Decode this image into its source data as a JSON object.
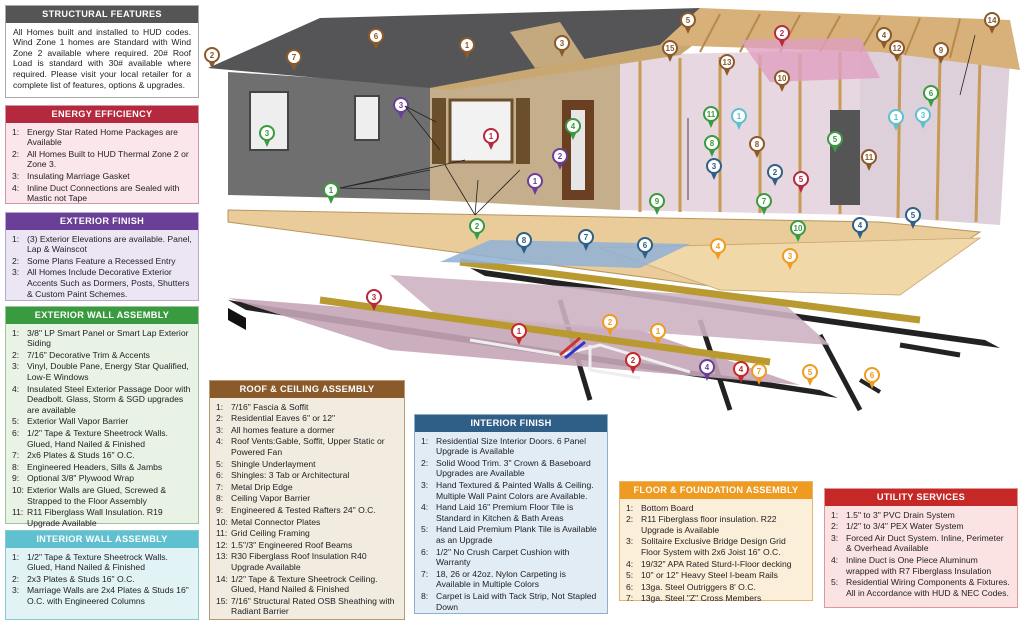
{
  "structural": {
    "title": "STRUCTURAL FEATURES",
    "text": "All Homes built and installed to HUD codes. Wind Zone 1 homes are Standard with Wind Zone 2 available where required. 20# Roof Load is standard with 30# available where required. Please visit your local retailer for a complete list of features, options & upgrades."
  },
  "energy": {
    "title": "ENERGY EFFICIENCY",
    "items": [
      {
        "n": "1:",
        "t": "Energy Star Rated Home Packages are Available"
      },
      {
        "n": "2:",
        "t": "All Homes Built to HUD Thermal Zone 2 or Zone 3."
      },
      {
        "n": "3:",
        "t": "Insulating Marriage Gasket"
      },
      {
        "n": "4:",
        "t": "Inline Duct Connections are Sealed with Mastic not Tape"
      }
    ]
  },
  "exterior": {
    "title": "EXTERIOR FINISH",
    "items": [
      {
        "n": "1:",
        "t": "(3) Exterior Elevations are available. Panel, Lap & Wainscot"
      },
      {
        "n": "2:",
        "t": "Some Plans Feature a Recessed Entry"
      },
      {
        "n": "3:",
        "t": "All Homes Include Decorative Exterior Accents Such as Dormers, Posts, Shutters & Custom Paint Schemes."
      }
    ]
  },
  "wall": {
    "title": "EXTERIOR WALL ASSEMBLY",
    "items": [
      {
        "n": "1:",
        "t": "3/8\" LP Smart Panel or Smart Lap Exterior Siding"
      },
      {
        "n": "2:",
        "t": "7/16\" Decorative Trim & Accents"
      },
      {
        "n": "3:",
        "t": "Vinyl, Double Pane, Energy Star Qualified, Low-E Windows"
      },
      {
        "n": "4:",
        "t": "Insulated Steel Exterior Passage Door with Deadbolt. Glass, Storm & SGD upgrades are available"
      },
      {
        "n": "5:",
        "t": "Exterior Wall Vapor Barrier"
      },
      {
        "n": "6:",
        "t": "1/2\" Tape & Texture Sheetrock Walls. Glued, Hand Nailed & Finished"
      },
      {
        "n": "7:",
        "t": "2x6 Plates & Studs 16\" O.C."
      },
      {
        "n": "8:",
        "t": "Engineered Headers, Sills & Jambs"
      },
      {
        "n": "9:",
        "t": "Optional 3/8\" Plywood Wrap"
      },
      {
        "n": "10:",
        "t": "Exterior Walls are Glued, Screwed & Strapped to the Floor Assembly"
      },
      {
        "n": "11:",
        "t": "R11 Fiberglass Wall Insulation. R19 Upgrade Available"
      }
    ]
  },
  "interior_wall": {
    "title": "INTERIOR WALL ASSEMBLY",
    "items": [
      {
        "n": "1:",
        "t": "1/2\" Tape & Texture Sheetrock Walls. Glued, Hand Nailed & Finished"
      },
      {
        "n": "2:",
        "t": "2x3 Plates & Studs 16\" O.C."
      },
      {
        "n": "3:",
        "t": "Marriage Walls are 2x4 Plates & Studs 16\" O.C. with Engineered Columns"
      }
    ]
  },
  "roof": {
    "title": "ROOF & CEILING ASSEMBLY",
    "items": [
      {
        "n": "1:",
        "t": "7/16\" Fascia & Soffit"
      },
      {
        "n": "2:",
        "t": "Residential Eaves 6\" or 12\""
      },
      {
        "n": "3:",
        "t": "All homes feature a dormer"
      },
      {
        "n": "4:",
        "t": "Roof Vents:Gable, Soffit, Upper Static or Powered Fan"
      },
      {
        "n": "5:",
        "t": "Shingle Underlayment"
      },
      {
        "n": "6:",
        "t": "Shingles: 3 Tab or Architectural"
      },
      {
        "n": "7:",
        "t": "Metal Drip Edge"
      },
      {
        "n": "8:",
        "t": "Ceiling Vapor Barrier"
      },
      {
        "n": "9:",
        "t": "Engineered & Tested Rafters 24\" O.C."
      },
      {
        "n": "10:",
        "t": "Metal Connector Plates"
      },
      {
        "n": "11:",
        "t": "Grid Ceiling Framing"
      },
      {
        "n": "12:",
        "t": "1.5\"/3\" Engineered Roof Beams"
      },
      {
        "n": "13:",
        "t": "R30 Fiberglass Roof Insulation R40 Upgrade Available"
      },
      {
        "n": "14:",
        "t": "1/2\" Tape & Texture Sheetrock Ceiling. Glued, Hand Nailed & Finished"
      },
      {
        "n": "15:",
        "t": "7/16\" Structural Rated OSB Sheathing with Radiant Barrier"
      }
    ]
  },
  "interior": {
    "title": "INTERIOR FINISH",
    "items": [
      {
        "n": "1:",
        "t": "Residential Size Interior Doors. 6 Panel Upgrade is Available"
      },
      {
        "n": "2:",
        "t": "Solid Wood Trim. 3\" Crown & Baseboard Upgrades are Available"
      },
      {
        "n": "3:",
        "t": "Hand Textured & Painted Walls & Ceiling. Multiple Wall Paint Colors are Available."
      },
      {
        "n": "4:",
        "t": "Hand Laid 16\" Premium Floor Tile is Standard in Kitchen & Bath Areas"
      },
      {
        "n": "5:",
        "t": "Hand Laid Premium Plank Tile is Available as an Upgrade"
      },
      {
        "n": "6:",
        "t": "1/2\" No Crush Carpet Cushion with Warranty"
      },
      {
        "n": "7:",
        "t": "18, 26 or 42oz. Nylon Carpeting is Available in Multiple Colors"
      },
      {
        "n": "8:",
        "t": "Carpet is Laid with Tack Strip, Not Stapled Down"
      }
    ]
  },
  "floor": {
    "title": "FLOOR & FOUNDATION ASSEMBLY",
    "items": [
      {
        "n": "1:",
        "t": "Bottom Board"
      },
      {
        "n": "2:",
        "t": "R11 Fiberglass floor insulation. R22 Upgrade is Available"
      },
      {
        "n": "3:",
        "t": "Solitaire Exclusive Bridge Design Grid Floor System with 2x6 Joist 16\" O.C."
      },
      {
        "n": "4:",
        "t": "19/32\" APA Rated Sturd-I-Floor decking"
      },
      {
        "n": "5:",
        "t": "10\" or 12\" Heavy Steel I-beam Rails"
      },
      {
        "n": "6:",
        "t": "13ga. Steel Outriggers 8' O.C."
      },
      {
        "n": "7:",
        "t": "13ga. Steel \"Z\" Cross Members"
      }
    ]
  },
  "utility": {
    "title": "UTILITY SERVICES",
    "items": [
      {
        "n": "1:",
        "t": "1.5\" to 3\" PVC Drain System"
      },
      {
        "n": "2:",
        "t": "1/2\" to 3/4\" PEX Water System"
      },
      {
        "n": "3:",
        "t": "Forced Air Duct System. Inline, Perimeter & Overhead Available"
      },
      {
        "n": "4:",
        "t": "Inline Duct is One Piece Aluminum wrapped with R7 Fiberglass Insulation"
      },
      {
        "n": "5:",
        "t": "Residential Wiring Components & Fixtures. All in Accordance with HUD & NEC Codes."
      }
    ]
  },
  "colors": {
    "structural": "#555555",
    "energy": "#b5293f",
    "exterior": "#6a3f97",
    "wall": "#3a9a3f",
    "interior_wall": "#5fc0cf",
    "roof": "#8a5a2b",
    "interior": "#2f5f86",
    "floor": "#ef9a21",
    "utility": "#c62828"
  },
  "pins": [
    {
      "num": "2",
      "group": "roof"
    },
    {
      "num": "7",
      "group": "roof"
    },
    {
      "num": "6",
      "group": "roof"
    },
    {
      "num": "1",
      "group": "roof"
    },
    {
      "num": "3",
      "group": "roof"
    },
    {
      "num": "5",
      "group": "roof"
    },
    {
      "num": "15",
      "group": "roof"
    },
    {
      "num": "13",
      "group": "roof"
    },
    {
      "num": "2",
      "group": "energy"
    },
    {
      "num": "4",
      "group": "roof"
    },
    {
      "num": "8",
      "group": "roof"
    },
    {
      "num": "11",
      "group": "roof"
    },
    {
      "num": "14",
      "group": "roof"
    },
    {
      "num": "12",
      "group": "roof"
    },
    {
      "num": "9",
      "group": "roof"
    },
    {
      "num": "10",
      "group": "roof"
    },
    {
      "num": "3",
      "group": "exterior"
    },
    {
      "num": "3",
      "group": "wall"
    },
    {
      "num": "1",
      "group": "energy"
    },
    {
      "num": "4",
      "group": "wall"
    },
    {
      "num": "2",
      "group": "exterior"
    },
    {
      "num": "1",
      "group": "exterior"
    },
    {
      "num": "1",
      "group": "wall"
    },
    {
      "num": "2",
      "group": "wall"
    },
    {
      "num": "8",
      "group": "wall"
    },
    {
      "num": "1",
      "group": "interior_wall"
    },
    {
      "num": "3",
      "group": "interior"
    },
    {
      "num": "2",
      "group": "interior"
    },
    {
      "num": "5",
      "group": "energy"
    },
    {
      "num": "5",
      "group": "wall"
    },
    {
      "num": "6",
      "group": "wall"
    },
    {
      "num": "3",
      "group": "interior_wall"
    },
    {
      "num": "1",
      "group": "interior_wall"
    },
    {
      "num": "9",
      "group": "wall"
    },
    {
      "num": "7",
      "group": "wall"
    },
    {
      "num": "10",
      "group": "wall"
    },
    {
      "num": "11",
      "group": "wall"
    },
    {
      "num": "4",
      "group": "interior"
    },
    {
      "num": "5",
      "group": "interior"
    },
    {
      "num": "8",
      "group": "interior"
    },
    {
      "num": "7",
      "group": "interior"
    },
    {
      "num": "6",
      "group": "interior"
    },
    {
      "num": "4",
      "group": "floor"
    },
    {
      "num": "3",
      "group": "floor"
    },
    {
      "num": "3",
      "group": "energy"
    },
    {
      "num": "2",
      "group": "floor"
    },
    {
      "num": "1",
      "group": "floor"
    },
    {
      "num": "1",
      "group": "utility"
    },
    {
      "num": "2",
      "group": "utility"
    },
    {
      "num": "4",
      "group": "exterior"
    },
    {
      "num": "4",
      "group": "utility"
    },
    {
      "num": "7",
      "group": "floor"
    },
    {
      "num": "5",
      "group": "floor"
    },
    {
      "num": "6",
      "group": "floor"
    }
  ]
}
